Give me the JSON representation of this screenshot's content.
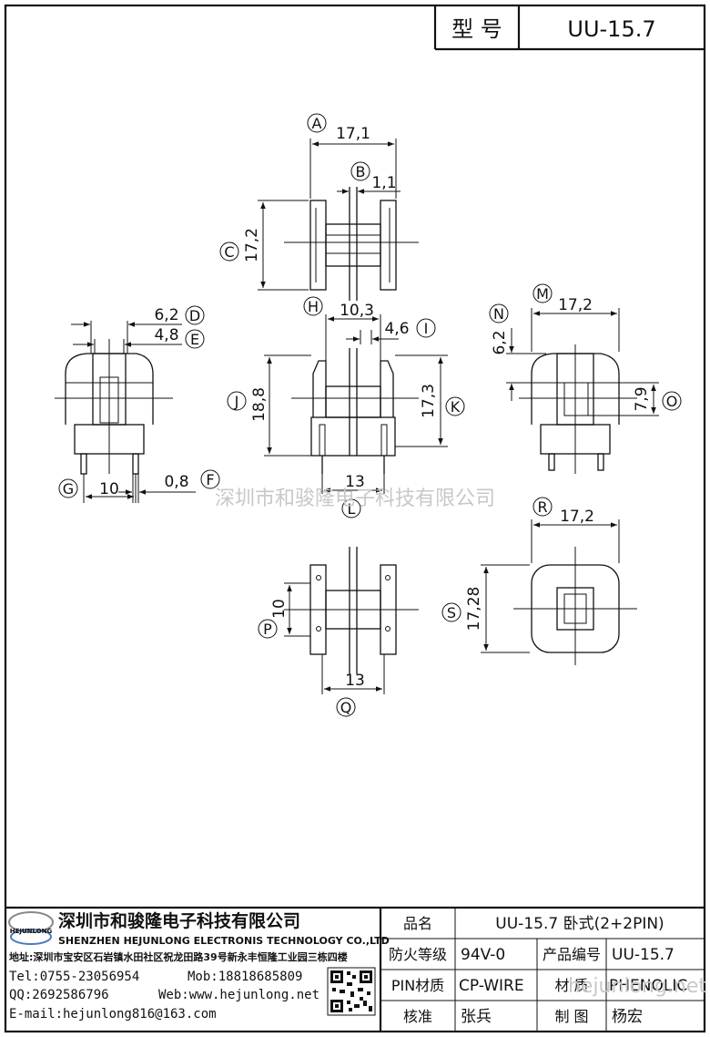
{
  "header": {
    "model_label": "型 号",
    "model_value": "UU-15.7"
  },
  "dimensions": {
    "A": "17,1",
    "B": "1,1",
    "C": "17,2",
    "D": "6,2",
    "E": "4,8",
    "F": "0,8",
    "G": "10",
    "H": "10,3",
    "I": "4,6",
    "J": "18,8",
    "K": "17,3",
    "L": "13",
    "M": "17,2",
    "N": "6,2",
    "O": "7,9",
    "P": "10",
    "Q": "13",
    "R": "17,2",
    "S": "17,28"
  },
  "watermarks": {
    "center": "深圳市和骏隆电子科技有限公司",
    "right": "hejunlong.net"
  },
  "company": {
    "logo_text": "HEJUNLONG",
    "name_cn": "深圳市和骏隆电子科技有限公司",
    "name_en": "SHENZHEN HEJUNLONG ELECTRONIS TECHNOLOGY CO.,LTD",
    "address": "地址:深圳市宝安区石岩镇水田社区祝龙田路39号新永丰恒隆工业园三栋四楼",
    "tel": "Tel:0755-23056954",
    "mob": "Mob:18818685809",
    "qq": "QQ:2692586796",
    "web": "Web:www.hejunlong.net",
    "email": "E-mail:hejunlong816@163.com"
  },
  "title_block": {
    "product_name_label": "品名",
    "product_name": "UU-15.7 卧式(2+2PIN)",
    "flame_label": "防火等级",
    "flame_value": "94V-0",
    "code_label": "产品编号",
    "code_value": "UU-15.7",
    "pin_material_label": "PIN材质",
    "pin_material_value": "CP-WIRE",
    "material_label": "材 质",
    "material_value": "PHENOLIC",
    "approve_label": "核准",
    "approve_value": "张兵",
    "drawn_label": "制 图",
    "drawn_value": "杨宏"
  }
}
